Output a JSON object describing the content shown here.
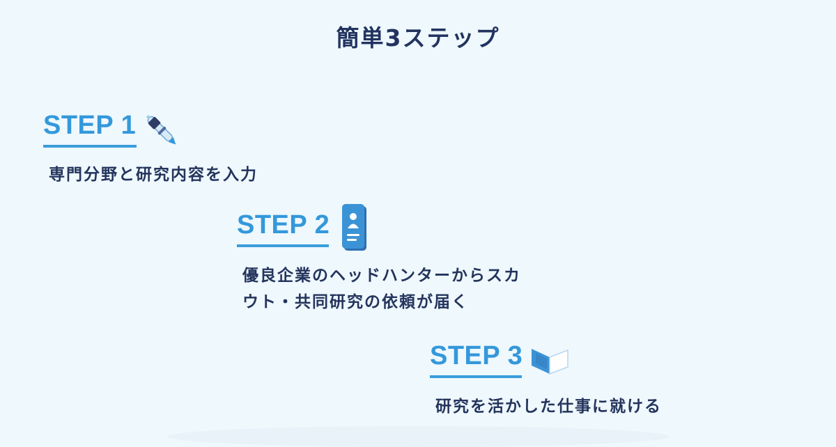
{
  "title": "簡単3ステップ",
  "steps": [
    {
      "label": "STEP 1",
      "icon": "pen-icon",
      "description_lines": [
        "専門分野と研究内容を入力"
      ]
    },
    {
      "label": "STEP 2",
      "icon": "profile-card-icon",
      "description_lines": [
        "優良企業のヘッドハンターからスカ",
        "ウト・共同研究の依頼が届く"
      ]
    },
    {
      "label": "STEP 3",
      "icon": "laptop-icon",
      "description_lines": [
        "研究を活かした仕事に就ける"
      ]
    }
  ],
  "colors": {
    "background": "#eef8fd",
    "accent": "#3498db",
    "text": "#23325a"
  }
}
